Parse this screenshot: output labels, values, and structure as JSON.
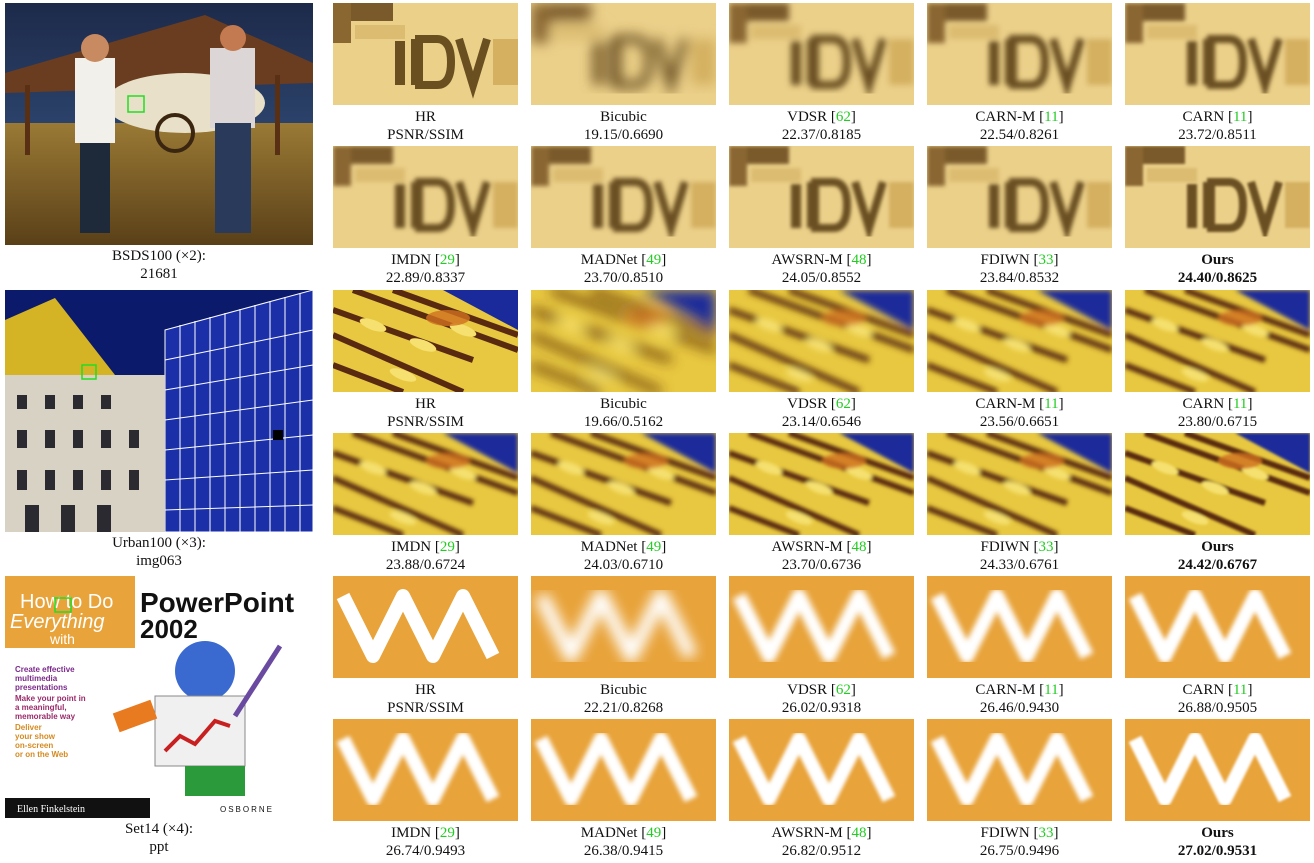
{
  "colors": {
    "ref_green": "#22cc22",
    "roi_box": "#22dd22"
  },
  "rows": [
    {
      "dataset_label": "BSDS100 (×2):",
      "image_name": "21681",
      "methods": [
        {
          "name": "HR",
          "ref": "",
          "metric": "PSNR/SSIM",
          "best": false
        },
        {
          "name": "Bicubic",
          "ref": "",
          "metric": "19.15/0.6690",
          "best": false
        },
        {
          "name": "VDSR",
          "ref": "62",
          "metric": "22.37/0.8185",
          "best": false
        },
        {
          "name": "CARN-M",
          "ref": "11",
          "metric": "22.54/0.8261",
          "best": false
        },
        {
          "name": "CARN",
          "ref": "11",
          "metric": "23.72/0.8511",
          "best": false
        },
        {
          "name": "IMDN",
          "ref": "29",
          "metric": "22.89/0.8337",
          "best": false
        },
        {
          "name": "MADNet",
          "ref": "49",
          "metric": "23.70/0.8510",
          "best": false
        },
        {
          "name": "AWSRN-M",
          "ref": "48",
          "metric": "24.05/0.8552",
          "best": false
        },
        {
          "name": "FDIWN",
          "ref": "33",
          "metric": "23.84/0.8532",
          "best": false
        },
        {
          "name": "Ours",
          "ref": "",
          "metric": "24.40/0.8625",
          "best": true
        }
      ]
    },
    {
      "dataset_label": "Urban100 (×3):",
      "image_name": "img063",
      "methods": [
        {
          "name": "HR",
          "ref": "",
          "metric": "PSNR/SSIM",
          "best": false
        },
        {
          "name": "Bicubic",
          "ref": "",
          "metric": "19.66/0.5162",
          "best": false
        },
        {
          "name": "VDSR",
          "ref": "62",
          "metric": "23.14/0.6546",
          "best": false
        },
        {
          "name": "CARN-M",
          "ref": "11",
          "metric": "23.56/0.6651",
          "best": false
        },
        {
          "name": "CARN",
          "ref": "11",
          "metric": "23.80/0.6715",
          "best": false
        },
        {
          "name": "IMDN",
          "ref": "29",
          "metric": "23.88/0.6724",
          "best": false
        },
        {
          "name": "MADNet",
          "ref": "49",
          "metric": "24.03/0.6710",
          "best": false
        },
        {
          "name": "AWSRN-M",
          "ref": "48",
          "metric": "23.70/0.6736",
          "best": false
        },
        {
          "name": "FDIWN",
          "ref": "33",
          "metric": "24.33/0.6761",
          "best": false
        },
        {
          "name": "Ours",
          "ref": "",
          "metric": "24.42/0.6767",
          "best": true
        }
      ]
    },
    {
      "dataset_label": "Set14 (×4):",
      "image_name": "ppt",
      "methods": [
        {
          "name": "HR",
          "ref": "",
          "metric": "PSNR/SSIM",
          "best": false
        },
        {
          "name": "Bicubic",
          "ref": "",
          "metric": "22.21/0.8268",
          "best": false
        },
        {
          "name": "VDSR",
          "ref": "62",
          "metric": "26.02/0.9318",
          "best": false
        },
        {
          "name": "CARN-M",
          "ref": "11",
          "metric": "26.46/0.9430",
          "best": false
        },
        {
          "name": "CARN",
          "ref": "11",
          "metric": "26.88/0.9505",
          "best": false
        },
        {
          "name": "IMDN",
          "ref": "29",
          "metric": "26.74/0.9493",
          "best": false
        },
        {
          "name": "MADNet",
          "ref": "49",
          "metric": "26.38/0.9415",
          "best": false
        },
        {
          "name": "AWSRN-M",
          "ref": "48",
          "metric": "26.82/0.9512",
          "best": false
        },
        {
          "name": "FDIWN",
          "ref": "33",
          "metric": "26.75/0.9496",
          "best": false
        },
        {
          "name": "Ours",
          "ref": "",
          "metric": "27.02/0.9531",
          "best": true
        }
      ]
    }
  ],
  "book_cover": {
    "line1": "How to Do",
    "line2": "Everything",
    "line3": "with",
    "product": "PowerPoint",
    "version": "2002",
    "bullets": [
      "Create effective",
      "multimedia",
      "presentations",
      "Make your point in",
      "a meaningful,",
      "memorable way",
      "Deliver",
      "your show",
      "on-screen",
      "or on the Web"
    ],
    "author": "Ellen Finkelstein",
    "publisher": "OSBORNE"
  }
}
